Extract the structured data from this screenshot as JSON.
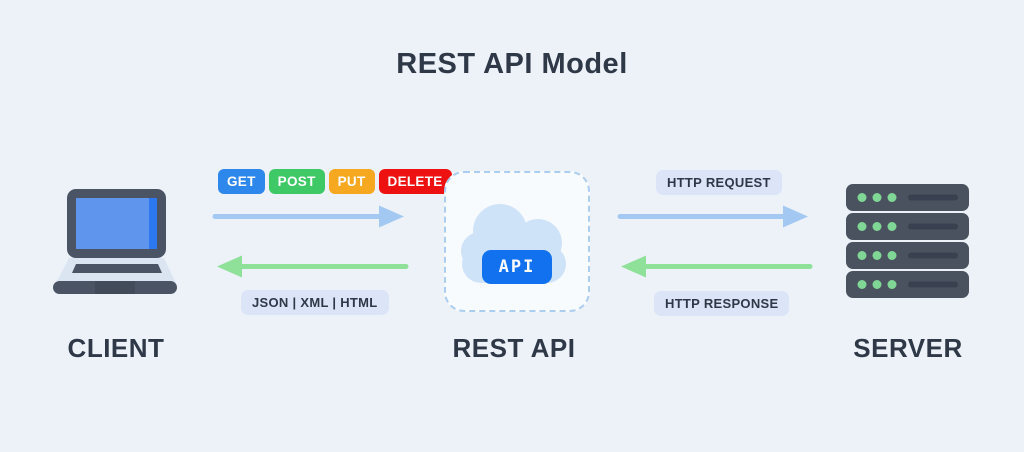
{
  "page": {
    "background": "#edf2f9",
    "text_color": "#2e3847",
    "pill_background": "#dbe5f7"
  },
  "title": "REST API Model",
  "client": {
    "label": "CLIENT"
  },
  "rest_api": {
    "label": "REST API",
    "badge_label": "API",
    "badge_color": "#1171ee"
  },
  "server": {
    "label": "SERVER"
  },
  "client_to_api": {
    "methods": [
      {
        "label": "GET",
        "color": "#2e87ea"
      },
      {
        "label": "POST",
        "color": "#3fc866"
      },
      {
        "label": "PUT",
        "color": "#f7a821"
      },
      {
        "label": "DELETE",
        "color": "#ee1111"
      }
    ],
    "response_formats_label": "JSON | XML | HTML"
  },
  "api_to_server": {
    "request_label": "HTTP REQUEST",
    "response_label": "HTTP RESPONSE"
  },
  "arrows": {
    "request_color": "#a3c8f2",
    "response_color": "#8fe19a"
  },
  "icons": {
    "client": "laptop-icon",
    "rest_api": "cloud-icon",
    "server": "server-rack-icon"
  }
}
